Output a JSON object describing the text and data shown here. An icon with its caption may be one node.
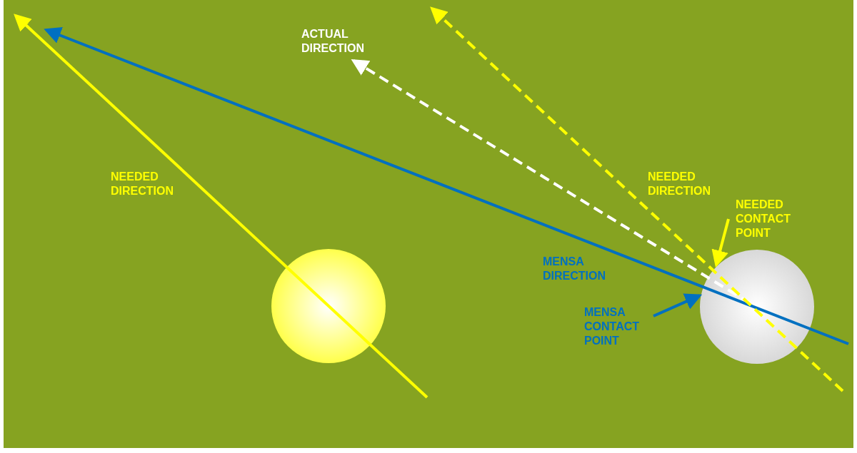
{
  "diagram": {
    "nodes": [
      {
        "text": [
          "NEEDED CONTACT POINT"
        ]
      },
      {
        "text": [
          "MENSA CONTACT POINT"
        ]
      },
      {
        "text": [],
        "shape": "circle"
      },
      {
        "text": [],
        "shape": "circle"
      }
    ],
    "edges": [
      {
        "from": 0,
        "to": 3,
        "arrow": "to"
      },
      {
        "from": 1,
        "to": 3,
        "arrow": "to",
        "color": "#0070c0"
      }
    ],
    "labels": [
      "ACTUAL DIRECTION",
      "NEEDED DIRECTION",
      "NEEDED DIRECTION",
      "MENSA DIRECTION"
    ]
  }
}
